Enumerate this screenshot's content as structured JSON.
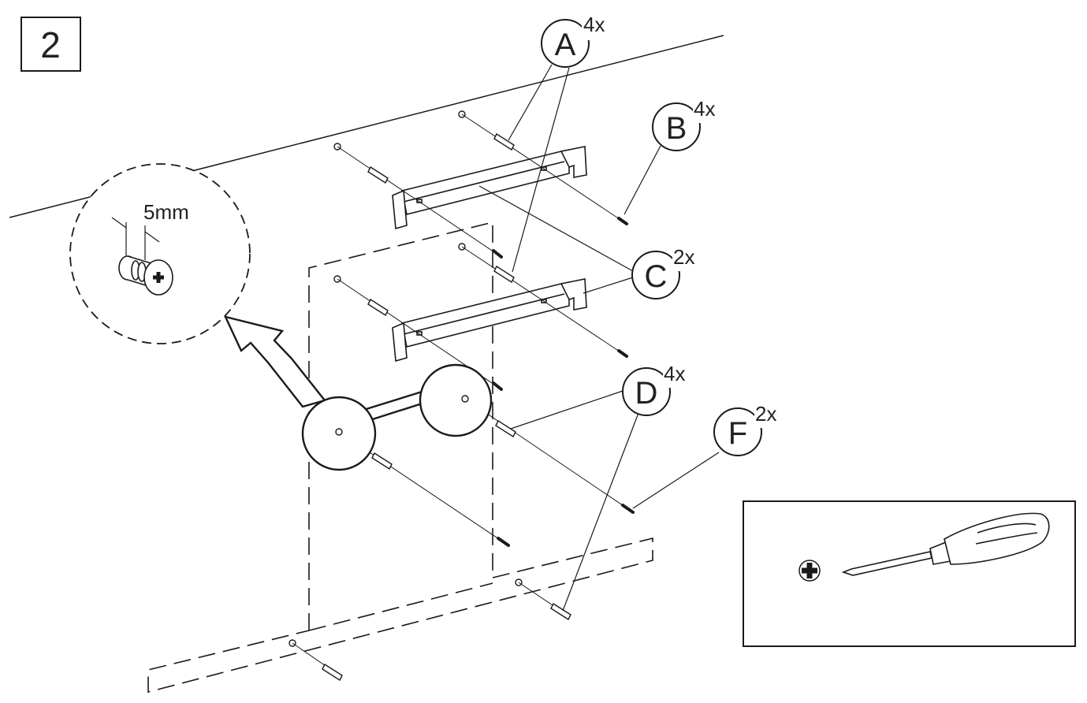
{
  "step": {
    "number": "2"
  },
  "detail": {
    "dimension": "5mm"
  },
  "parts": [
    {
      "letter": "A",
      "qty": "4x"
    },
    {
      "letter": "B",
      "qty": "4x"
    },
    {
      "letter": "C",
      "qty": "2x"
    },
    {
      "letter": "D",
      "qty": "4x"
    },
    {
      "letter": "F",
      "qty": "2x"
    }
  ],
  "tool": {
    "icon": "phillips-cross-icon",
    "name": "phillips-screwdriver-icon"
  },
  "colors": {
    "line": "#1a1a1a",
    "background": "#ffffff"
  }
}
